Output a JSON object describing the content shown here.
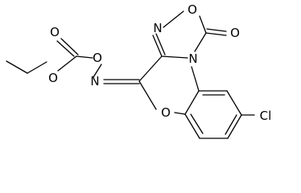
{
  "molecule": {
    "atoms": {
      "carbonyl_o_top": "O",
      "ester_o_chain": "O",
      "oxime_o_link": "O",
      "oxadiazole_n": "N",
      "oxadiazole_o": "O",
      "oxadiazolone_o": "O",
      "ring_n": "N",
      "imine_n": "N",
      "oxazine_o": "O",
      "chloro": "Cl"
    }
  }
}
